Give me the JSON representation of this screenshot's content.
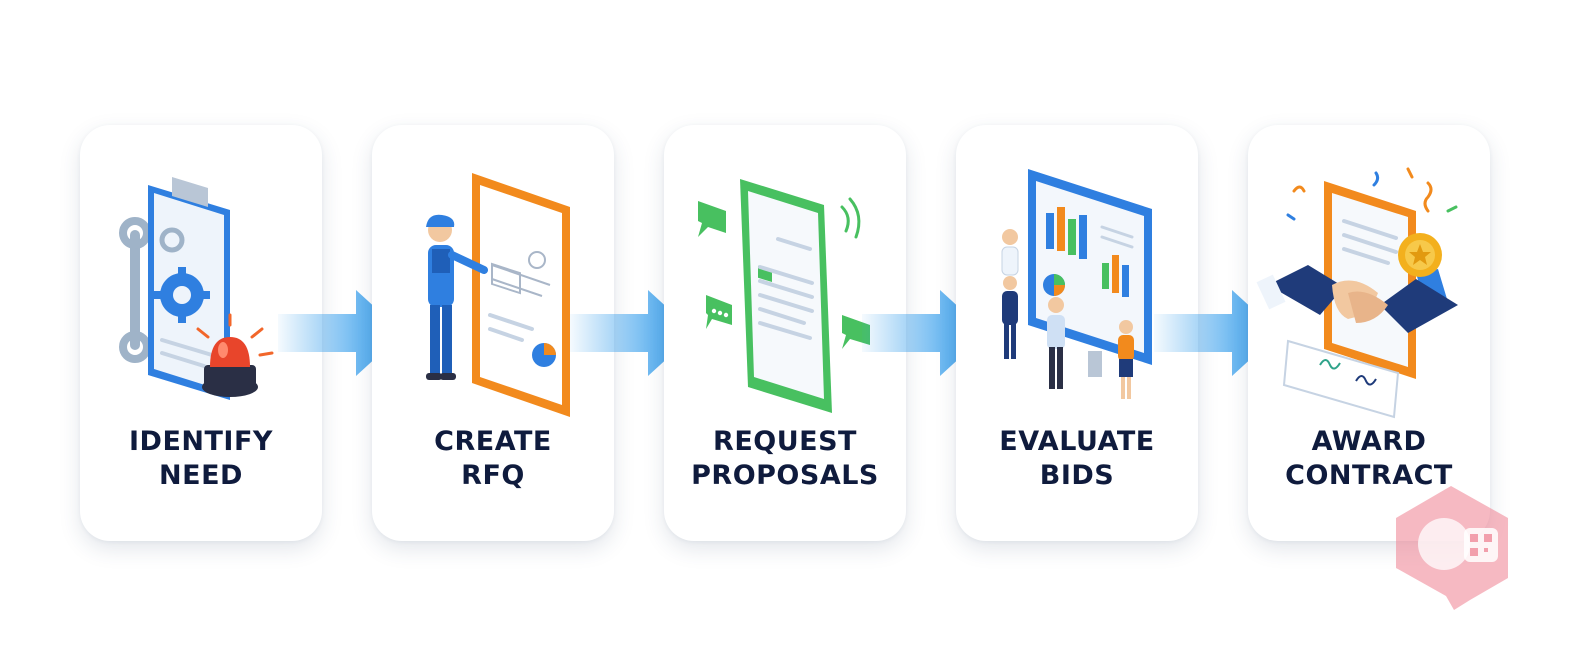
{
  "colors": {
    "label": "#0f1b3d",
    "arrow": "#3aa0ec",
    "blue": "#2f7fe0",
    "orange": "#f28a1d",
    "green": "#48c060",
    "alert_red": "#e8452b",
    "navy": "#1f3b7a"
  },
  "steps": [
    {
      "line1": "IDENTIFY",
      "line2": "NEED",
      "icon": "clipboard-gear-alarm-icon"
    },
    {
      "line1": "CREATE",
      "line2": "RFQ",
      "icon": "worker-tablet-blueprint-icon"
    },
    {
      "line1": "REQUEST",
      "line2": "PROPOSALS",
      "icon": "document-chat-bubbles-icon"
    },
    {
      "line1": "EVALUATE",
      "line2": "BIDS",
      "icon": "team-dashboard-charts-icon"
    },
    {
      "line1": "AWARD",
      "line2": "CONTRACT",
      "icon": "handshake-contract-medal-icon"
    }
  ]
}
